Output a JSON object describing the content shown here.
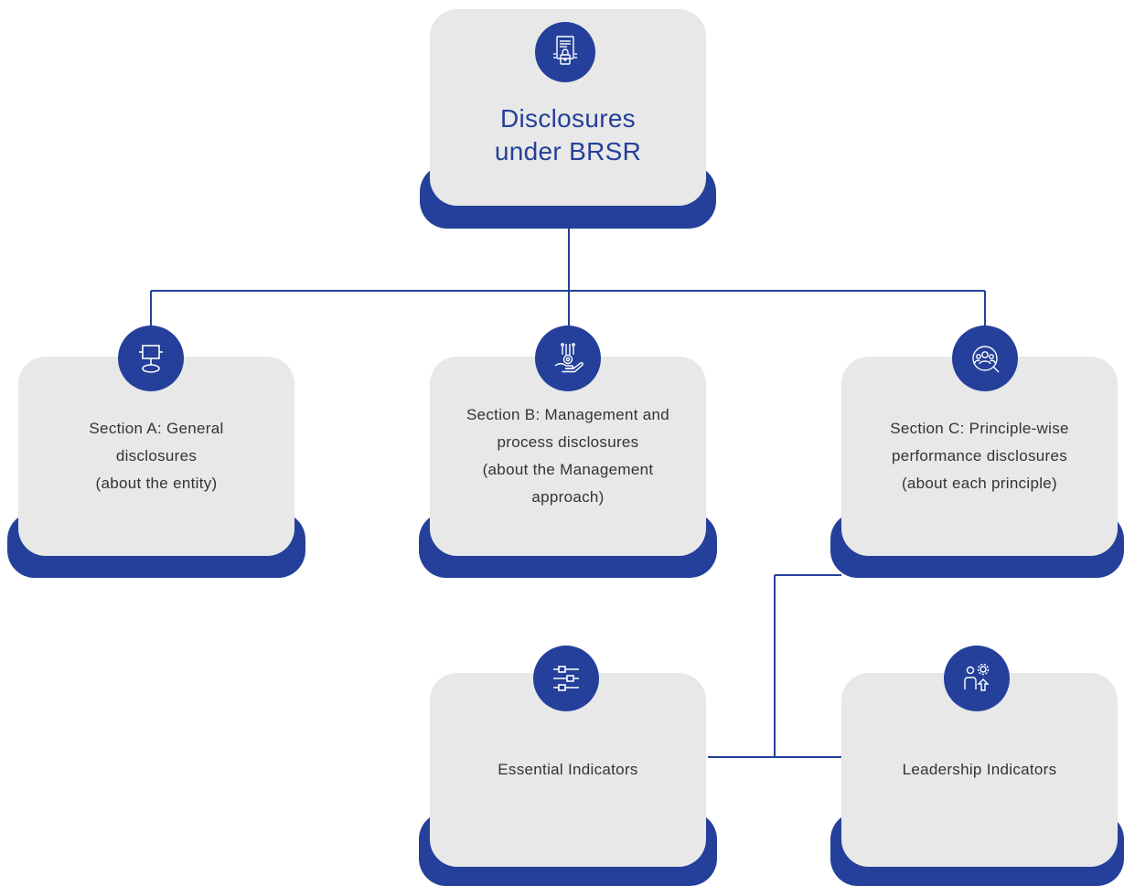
{
  "colors": {
    "brand_blue": "#24409a",
    "card_gray": "#e8e8e8",
    "text_gray": "#333333"
  },
  "root": {
    "icon": "document-lock-icon",
    "line1": "Disclosures",
    "line2": "under BRSR"
  },
  "sections": [
    {
      "icon": "flowchart-icon",
      "lines": [
        "Section A: General",
        "disclosures",
        "(about the entity)"
      ]
    },
    {
      "icon": "hand-gear-network-icon",
      "lines": [
        "Section B: Management and",
        "process disclosures",
        "(about the Management",
        "approach)"
      ]
    },
    {
      "icon": "people-search-icon",
      "lines": [
        "Section C: Principle-wise",
        "performance disclosures",
        "(about each principle)"
      ]
    }
  ],
  "indicators": [
    {
      "icon": "sliders-icon",
      "label": "Essential Indicators"
    },
    {
      "icon": "person-gear-upload-icon",
      "label": "Leadership Indicators"
    }
  ]
}
